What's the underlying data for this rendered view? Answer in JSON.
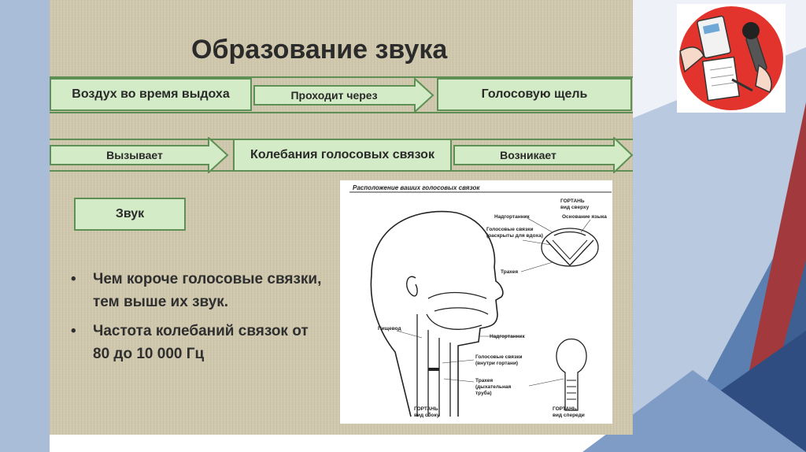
{
  "slide": {
    "title": "Образование звука"
  },
  "flow": {
    "air_box": "Воздух во время выдоха",
    "passes_label": "Проходит через",
    "glottis_box": "Голосовую щель",
    "causes_label": "Вызывает",
    "vibration_box": "Колебания голосовых связок",
    "arises_label": "Возникает",
    "sound_box": "Звук"
  },
  "bullets": [
    {
      "marker": "•",
      "text": "Чем короче голосовые связки, тем выше их звук."
    },
    {
      "marker": "•",
      "text": "Частота колебаний связок от 80 до 10 000 Гц"
    }
  ],
  "diagram": {
    "heading": "Расположение ваших голосовых связок",
    "labels": {
      "larynx_top": "ГОРТАНЬ\nвид сверху",
      "epiglottis_top": "Надгортанник",
      "tongue_root": "Основание языка",
      "cords_open": "Голосовые связки\n(раскрыты для вдоха)",
      "trachea_top": "Трахея",
      "esophagus": "Пищевод",
      "epiglottis": "Надгортанник",
      "cords_inside": "Голосовые связки\n(внутри гортани)",
      "trachea_tube": "Трахея\n(дыхательная\nтруба)",
      "larynx_side": "ГОРТАНЬ\nвид сбоку",
      "larynx_front": "ГОРТАНЬ\nвид спереди"
    }
  },
  "colors": {
    "panel": "#cfc8ad",
    "box_fill": "#d3ebc6",
    "box_border": "#5e8f55",
    "logo_red": "#e2342c"
  },
  "icons": {
    "logo": "journalist-notebook-microphone-icon"
  }
}
